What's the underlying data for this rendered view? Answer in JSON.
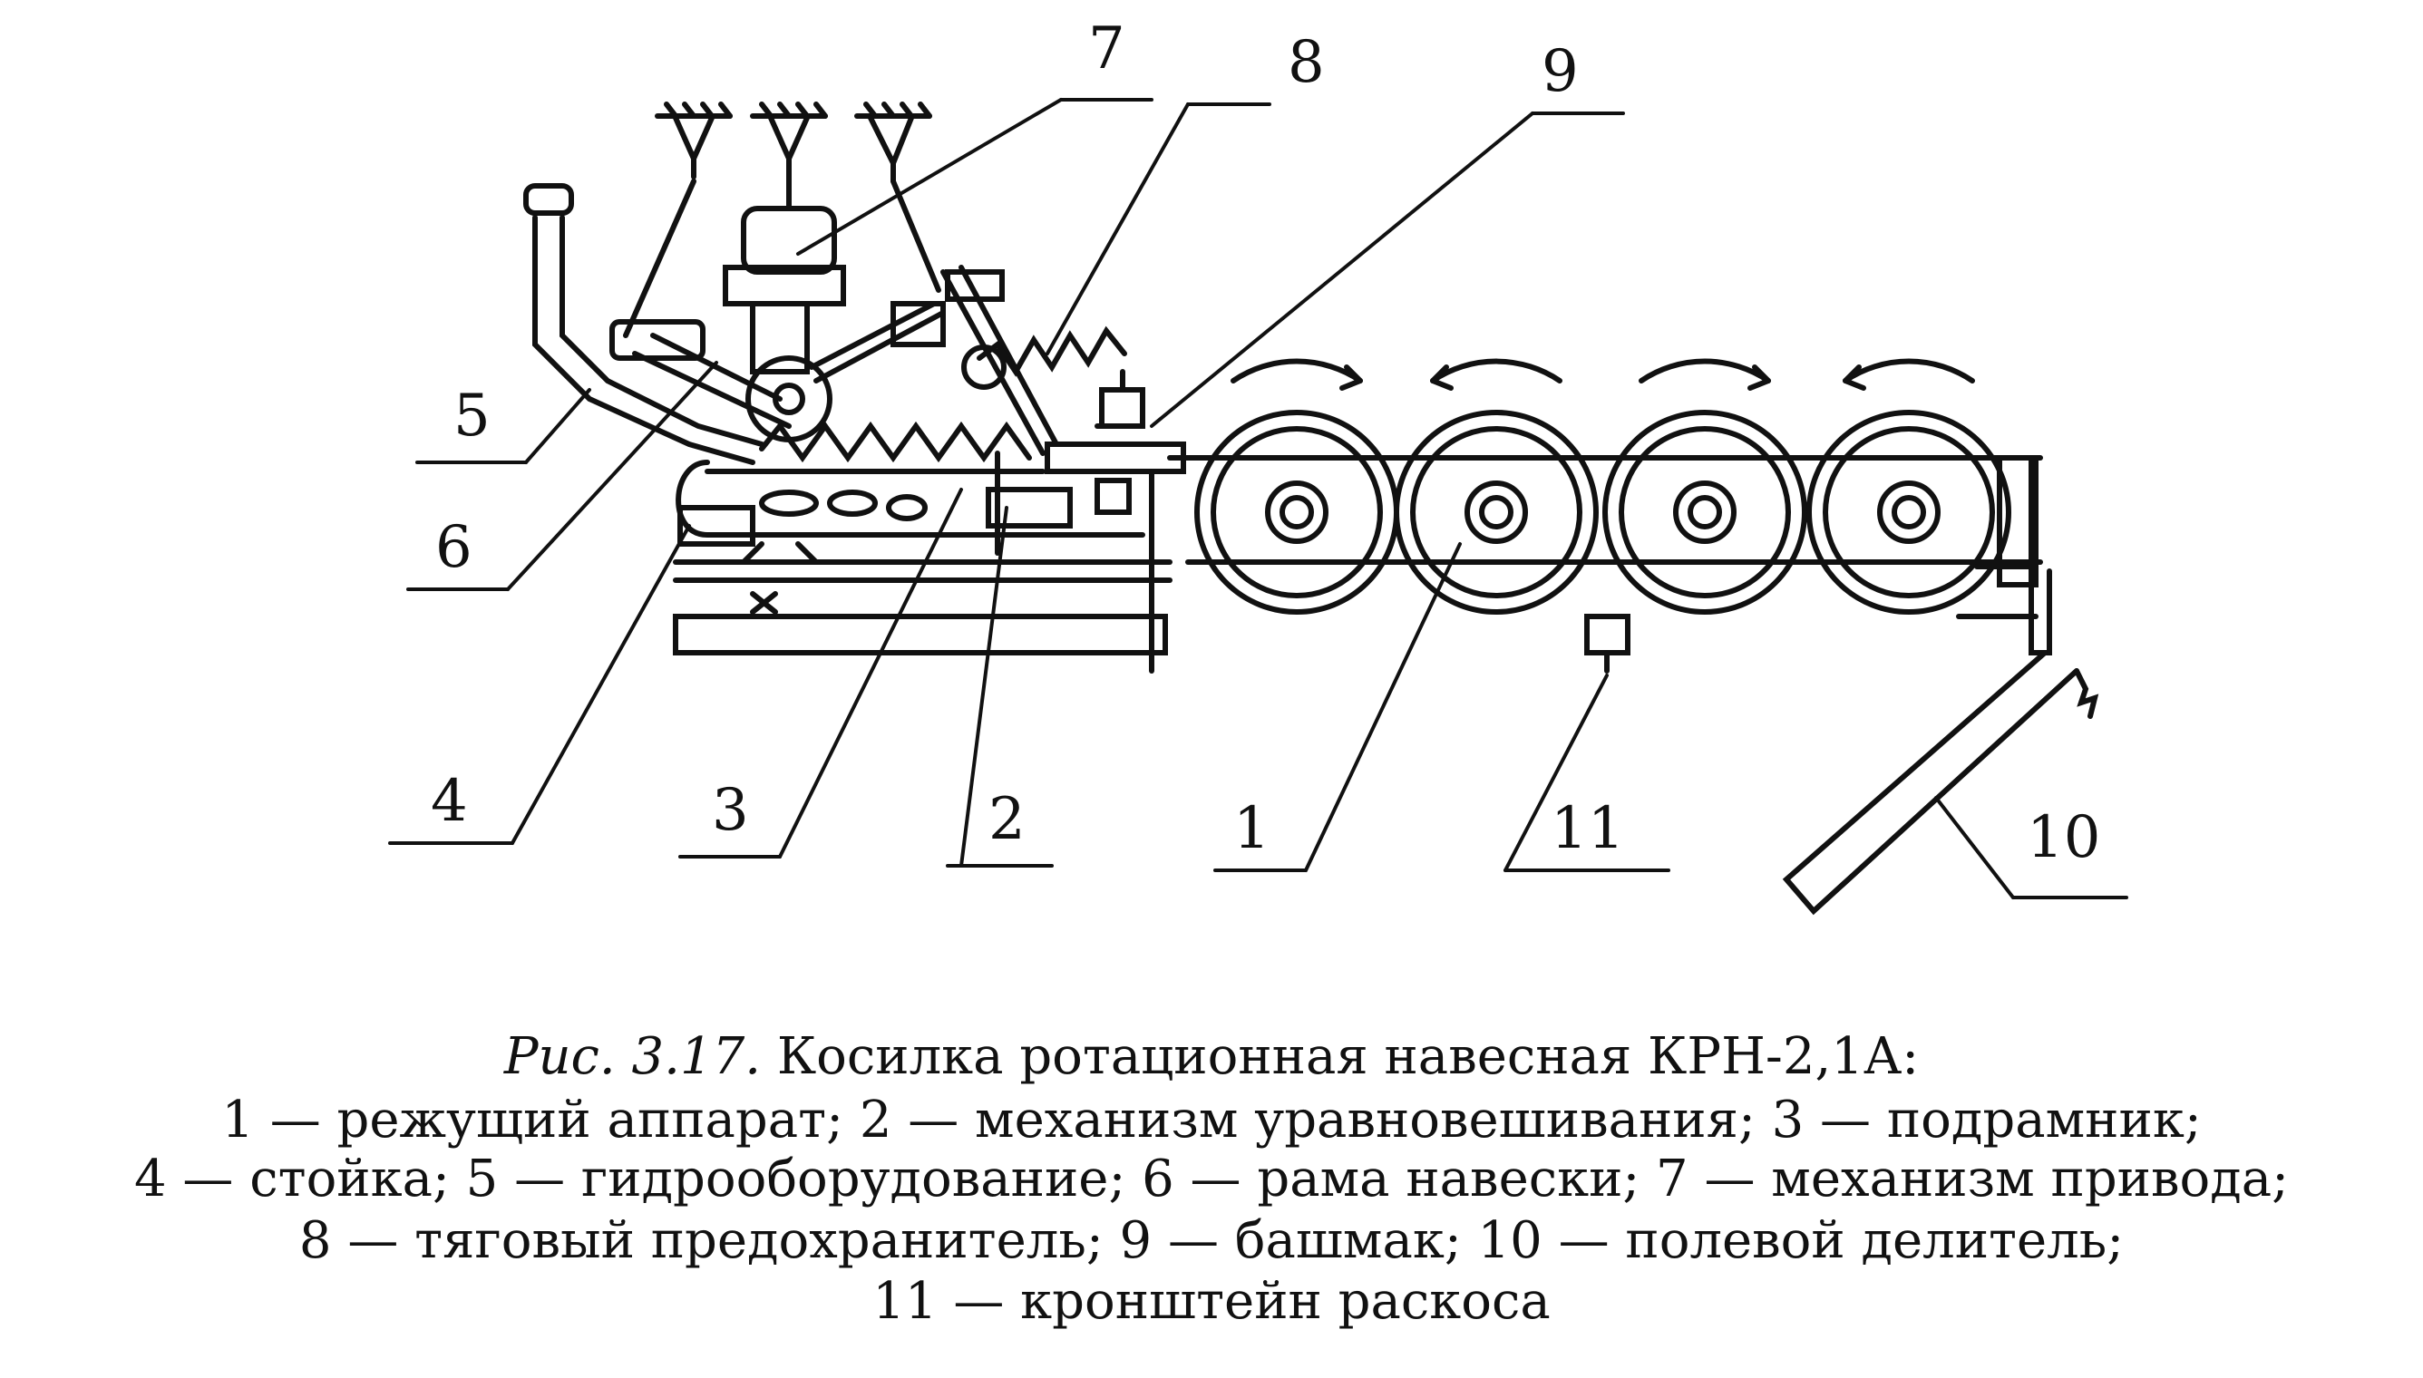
{
  "diagram": {
    "callouts": [
      {
        "id": "1",
        "label": "1"
      },
      {
        "id": "2",
        "label": "2"
      },
      {
        "id": "3",
        "label": "3"
      },
      {
        "id": "4",
        "label": "4"
      },
      {
        "id": "5",
        "label": "5"
      },
      {
        "id": "6",
        "label": "6"
      },
      {
        "id": "7",
        "label": "7"
      },
      {
        "id": "8",
        "label": "8"
      },
      {
        "id": "9",
        "label": "9"
      },
      {
        "id": "10",
        "label": "10"
      },
      {
        "id": "11",
        "label": "11"
      }
    ]
  },
  "caption": {
    "figure_ref": "Рис. 3.17.",
    "title": "Косилка ротационная навесная КРН-2,1А:",
    "line1": "1 — режущий аппарат; 2 — механизм уравновешивания; 3 — подрамник;",
    "line2": "4 — стойка; 5 — гидрооборудование; 6 — рама навески; 7 — механизм привода;",
    "line3": "8 — тяговый предохранитель; 9 — башмак; 10 — полевой делитель;",
    "line4": "11 — кронштейн раскоса"
  }
}
